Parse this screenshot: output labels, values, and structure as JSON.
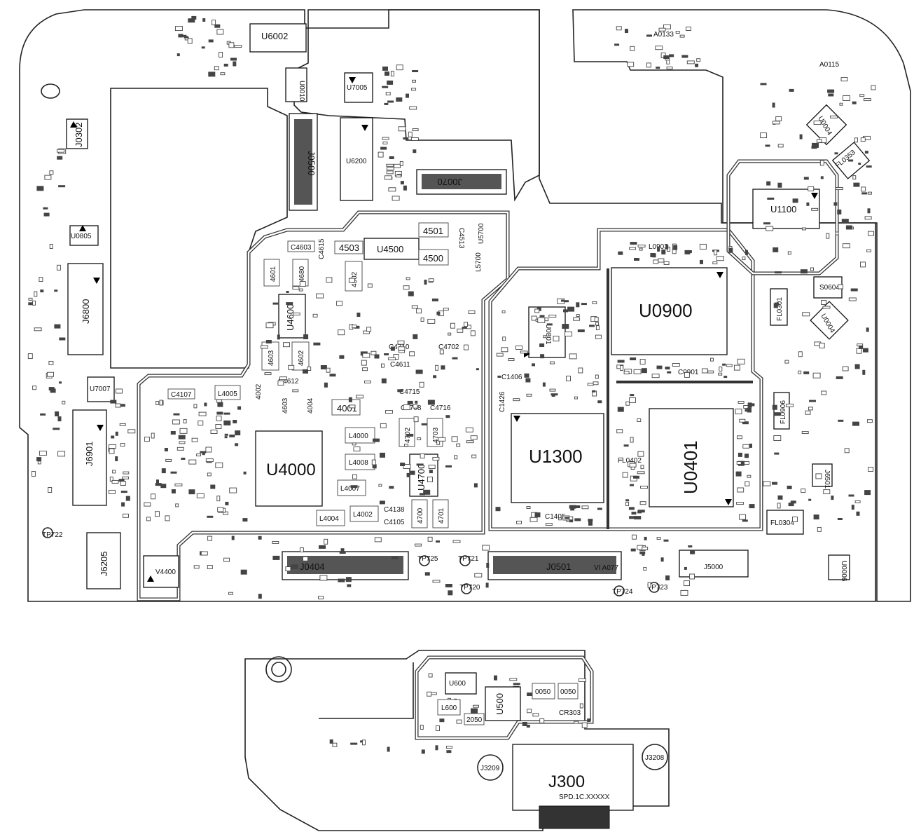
{
  "labels": {
    "u6002": "U6002",
    "j0302": "J0302",
    "u0805": "U0805",
    "j6800": "J6800",
    "u7007": "U7007",
    "j6901": "J6901",
    "j6205": "J6205",
    "tp722": "TP722",
    "v4400": "V4400",
    "u0010": "U0010",
    "u7005": "U7005",
    "u6200": "U6200",
    "j0070": "J0070",
    "j0500": "J0500",
    "c4603": "C4603",
    "c4615": "C4615",
    "l4503": "4503",
    "u4500": "U4500",
    "l4501": "4501",
    "l4500": "4500",
    "c4513": "C4513",
    "u5700": "U5700",
    "l5700": "L5700",
    "l4601": "4601",
    "l4680": "4680",
    "l4502": "4502",
    "u4600": "U4600",
    "l4603": "4603",
    "l4602": "4602",
    "c4612": "C4612",
    "c4107": "C4107",
    "l4005": "L4005",
    "l4002b": "4002",
    "l4603b": "4603",
    "l4004b": "4004",
    "l4001": "4001",
    "l4000": "L4000",
    "l4008": "L4008",
    "l4007": "L4007",
    "l4004": "L4004",
    "l4002": "L4002",
    "u4000": "U4000",
    "u4700": "U4700",
    "l4700": "4700",
    "l4701": "4701",
    "l4702": "4702",
    "l4703": "4703",
    "c4710": "C4710",
    "c4702": "C4702",
    "c4715": "C4715",
    "c4708": "C4708",
    "c4716": "C4716",
    "c4611": "C4611",
    "c4105": "C4105",
    "c4138": "C4138",
    "u0801": "U0801",
    "c1406": "C1406",
    "c1426": "C1426",
    "u1300": "U1300",
    "c1405": "C1405",
    "u0900": "U0900",
    "l0903": "L0903",
    "u0401": "U0401",
    "fl0402": "FL0402",
    "c0901": "C0901",
    "u1100": "U1100",
    "fl0353": "FL0353",
    "u0004": "U0004",
    "s0604": "S0604",
    "fl0301": "FL0301",
    "u0004b": "U0004",
    "fl0906": "FL0906",
    "j6501": "J6501",
    "fl0304": "FL0304",
    "u0006": "U0006",
    "j5000": "J5000",
    "a0133": "A0133",
    "a0115": "A0115",
    "j0404": "J0404",
    "j0501": "J0501",
    "tp725": "TP725",
    "tp721": "TP721",
    "tp720": "TP720",
    "tp724": "TP724",
    "tp723": "TP723",
    "via077": "VI A077",
    "u600": "U600",
    "l600": "L600",
    "u500": "U500",
    "c0500": "0050",
    "c0500b": "0050",
    "cr303": "CR303",
    "c2050": "2050",
    "j300": "J300",
    "j300sub": "SPD.1C.XXXXX",
    "j3209": "J3209",
    "j3208": "J3208"
  },
  "colors": {
    "outline": "#222222",
    "shield": "#333333",
    "text": "#111111"
  }
}
